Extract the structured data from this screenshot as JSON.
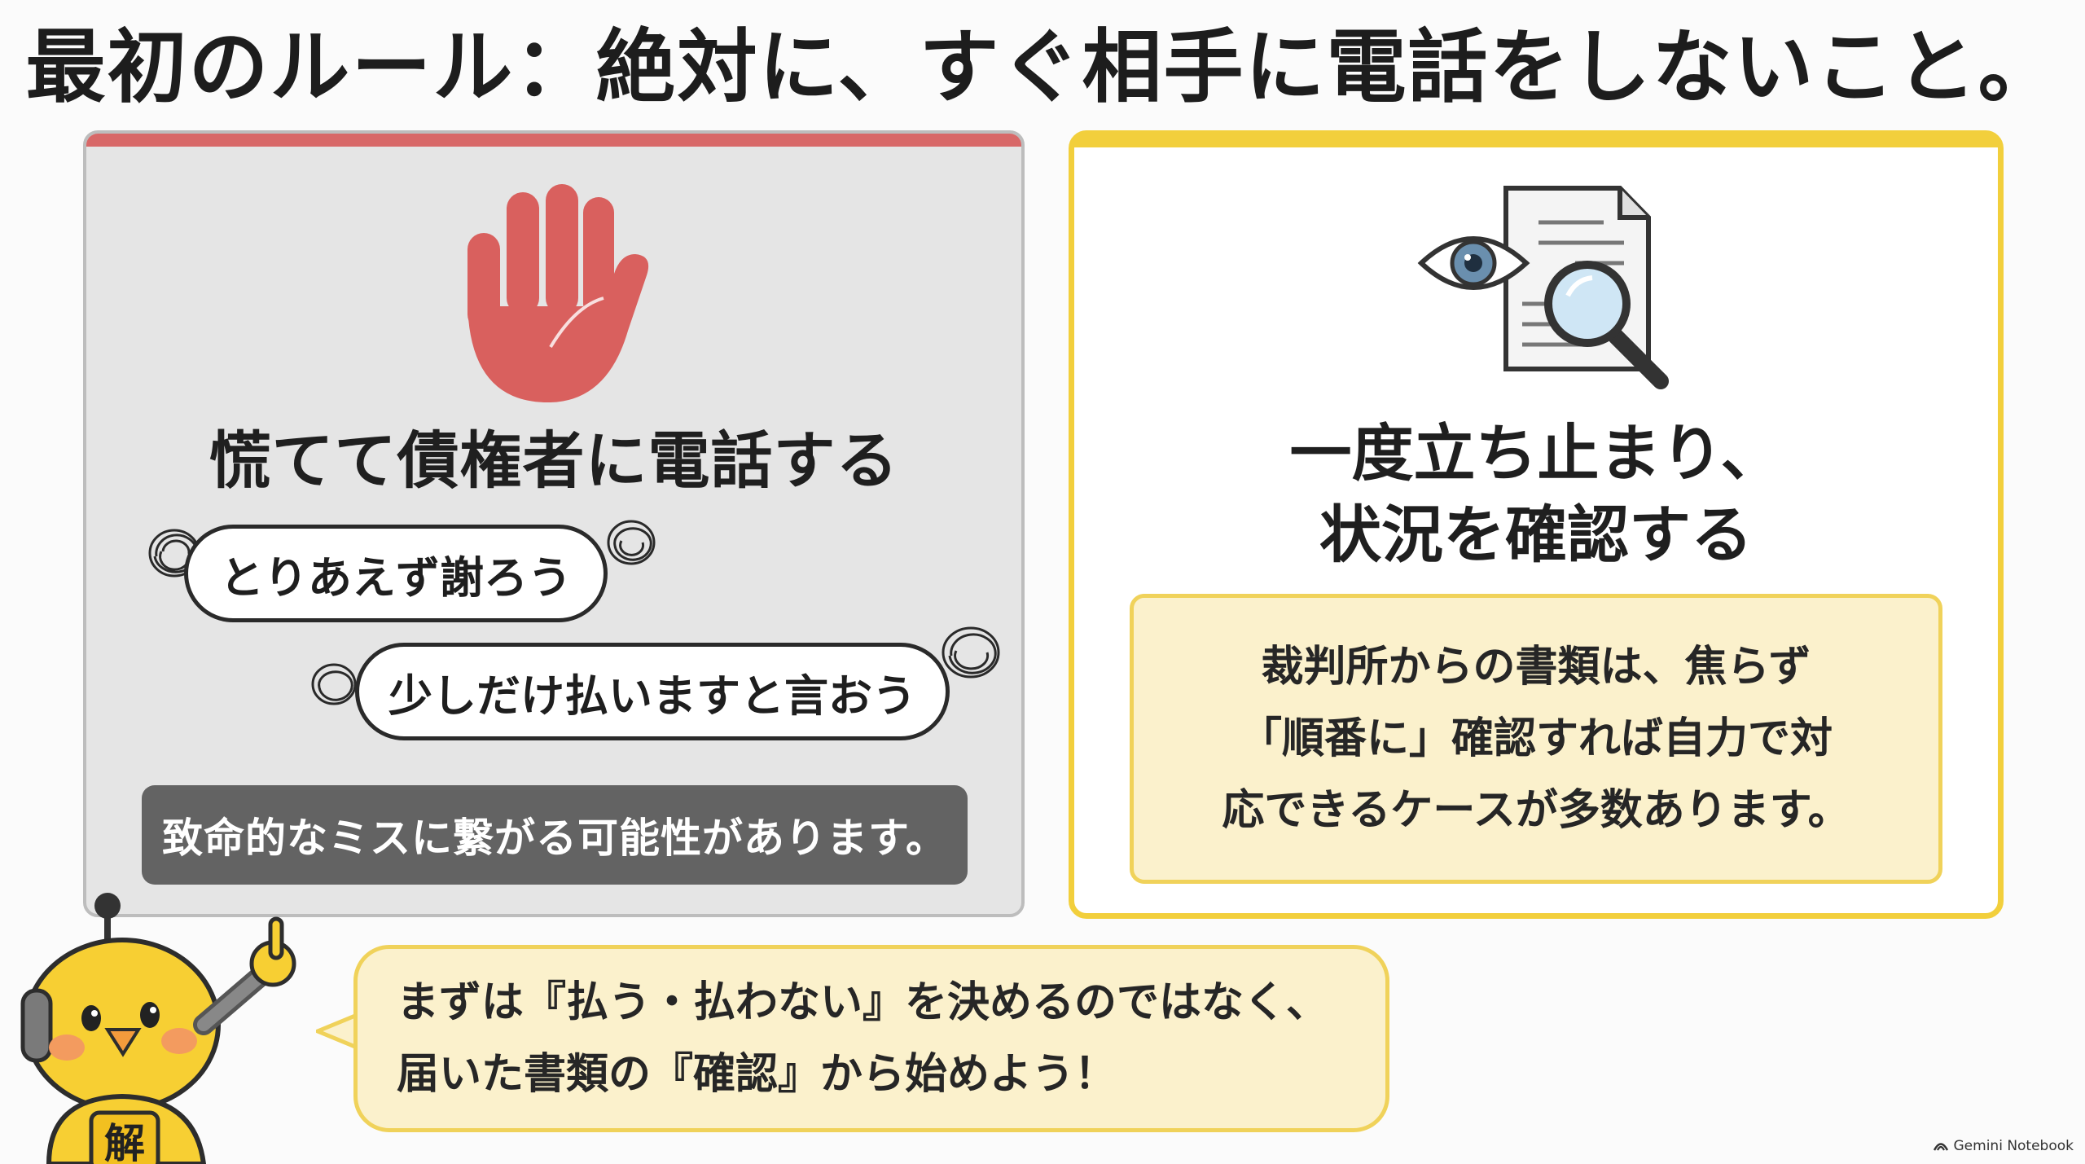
{
  "title": "最初のルール：絶対に、すぐ相手に電話をしないこと。",
  "left_panel": {
    "icon": "stop-hand-icon",
    "heading": "慌てて債権者に電話する",
    "bubble1": "とりあえず謝ろう",
    "bubble2": "少しだけ払いますと言おう",
    "warning": "致命的なミスに繋がる可能性があります。",
    "accent_color": "#d86868"
  },
  "right_panel": {
    "icon": "document-inspection-icon",
    "heading_line1": "一度立ち止まり、",
    "heading_line2": "状況を確認する",
    "info_line1": "裁判所からの書類は、焦らず",
    "info_line2": "「順番に」確認すれば自力で対",
    "info_line3": "応できるケースが多数あります。",
    "accent_color": "#f2cf3c"
  },
  "speech": {
    "line1": "まずは『払う・払わない』を決めるのではなく、",
    "line2": "届いた書類の『確認』から始めよう！"
  },
  "mascot": {
    "badge": "解"
  },
  "footer": {
    "brand": "Gemini Notebook"
  }
}
